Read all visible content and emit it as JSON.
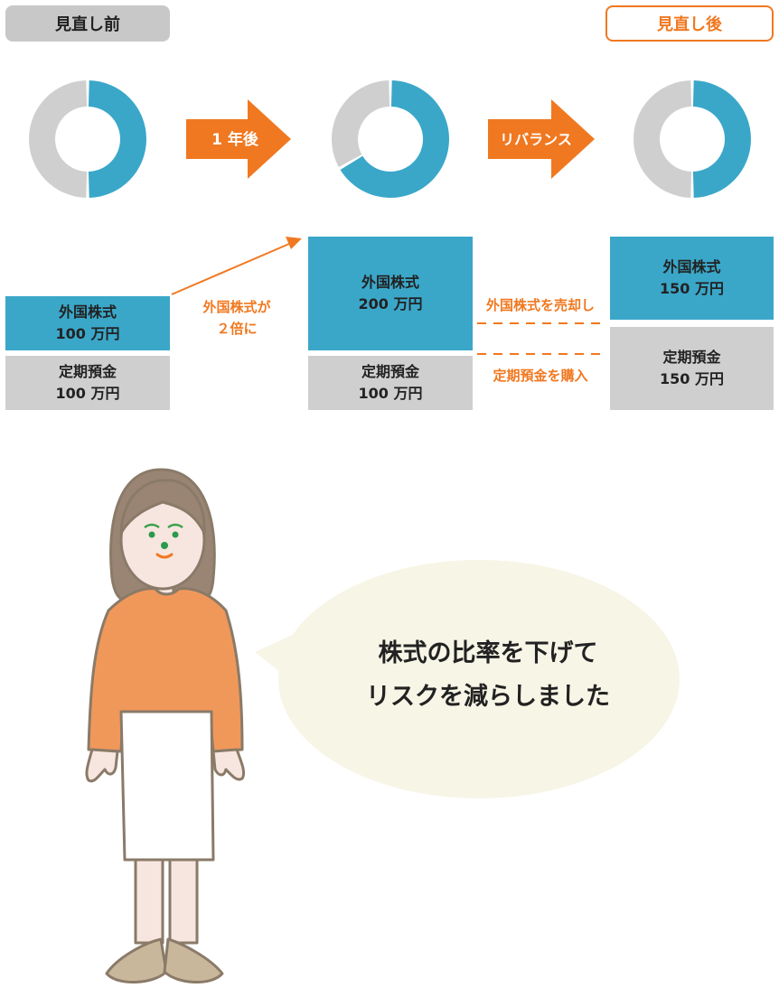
{
  "labels": {
    "before": "見直し前",
    "after": "見直し後"
  },
  "arrows": {
    "one_year": "1 年後",
    "rebalance": "リバランス"
  },
  "stages": [
    {
      "stock_name": "外国株式",
      "stock_amount": "100 万円",
      "deposit_name": "定期預金",
      "deposit_amount": "100 万円",
      "stock_share": 0.5
    },
    {
      "stock_name": "外国株式",
      "stock_amount": "200 万円",
      "deposit_name": "定期預金",
      "deposit_amount": "100 万円",
      "stock_share": 0.6667
    },
    {
      "stock_name": "外国株式",
      "stock_amount": "150 万円",
      "deposit_name": "定期預金",
      "deposit_amount": "150 万円",
      "stock_share": 0.5
    }
  ],
  "annotations": {
    "doubled_line1": "外国株式が",
    "doubled_line2": "２倍に",
    "sell": "外国株式を売却し",
    "buy": "定期預金を購入"
  },
  "speech": {
    "line1": "株式の比率を下げて",
    "line2": "リスクを減らしました"
  },
  "colors": {
    "stock": "#3aa7c9",
    "deposit": "#cfcfcf",
    "accent": "#f07820",
    "bubble": "#f7f5e6"
  }
}
